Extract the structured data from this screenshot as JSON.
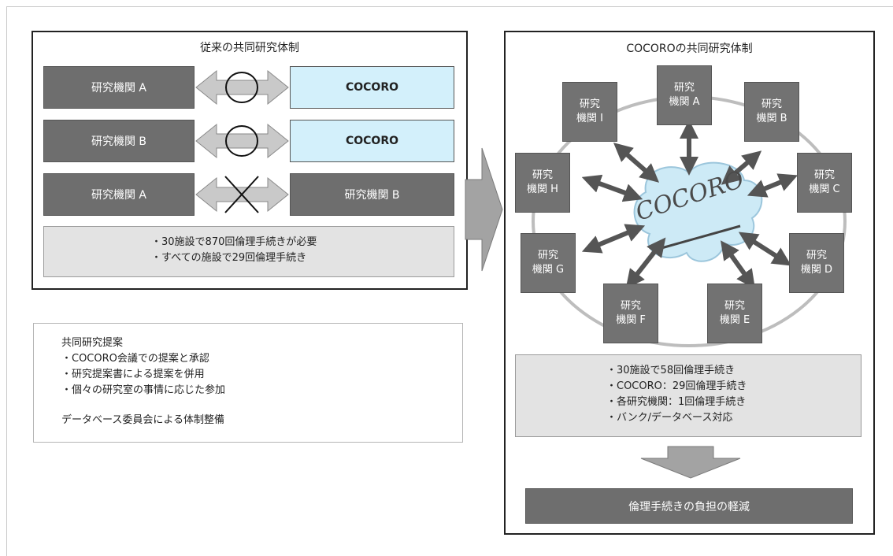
{
  "left_panel": {
    "title": "従来の共同研究体制",
    "rows": [
      {
        "left": "研究機関 A",
        "right": "COCORO",
        "symbol": "circle",
        "right_style": "cocoro"
      },
      {
        "left": "研究機関 B",
        "right": "COCORO",
        "symbol": "circle",
        "right_style": "cocoro"
      },
      {
        "left": "研究機関 A",
        "right": "研究機関 B",
        "symbol": "cross",
        "right_style": "institution"
      }
    ],
    "summary": [
      "・30施設で870回倫理手続きが必要",
      "・すべての施設で29回倫理手続き"
    ]
  },
  "proposal_box": {
    "heading": "共同研究提案",
    "items": [
      "・COCORO会議での提案と承認",
      "・研究提案書による提案を併用",
      "・個々の研究室の事情に応じた参加"
    ],
    "footer": "データベース委員会による体制整備"
  },
  "right_panel": {
    "title": "COCOROの共同研究体制",
    "hub_label": "COCORO",
    "nodes": [
      {
        "id": "A",
        "label": "研究\n機関 A"
      },
      {
        "id": "B",
        "label": "研究\n機関 B"
      },
      {
        "id": "C",
        "label": "研究\n機関 C"
      },
      {
        "id": "D",
        "label": "研究\n機関 D"
      },
      {
        "id": "E",
        "label": "研究\n機関 E"
      },
      {
        "id": "F",
        "label": "研究\n機関 F"
      },
      {
        "id": "G",
        "label": "研究\n機関 G"
      },
      {
        "id": "H",
        "label": "研究\n機関 H"
      },
      {
        "id": "I",
        "label": "研究\n機関 I"
      }
    ],
    "summary": [
      "・30施設で58回倫理手続き",
      "・COCORO：29回倫理手続き",
      "・各研究機関：1回倫理手続き",
      "・バンク/データベース対応"
    ],
    "result": "倫理手続きの負担の軽減"
  },
  "colors": {
    "institution_box": "#6e6e6e",
    "cocoro_box": "#d3f0fb",
    "summary_box": "#e3e3e3",
    "arrow": "#9a9a9a",
    "hub": "#cdeaf6"
  }
}
